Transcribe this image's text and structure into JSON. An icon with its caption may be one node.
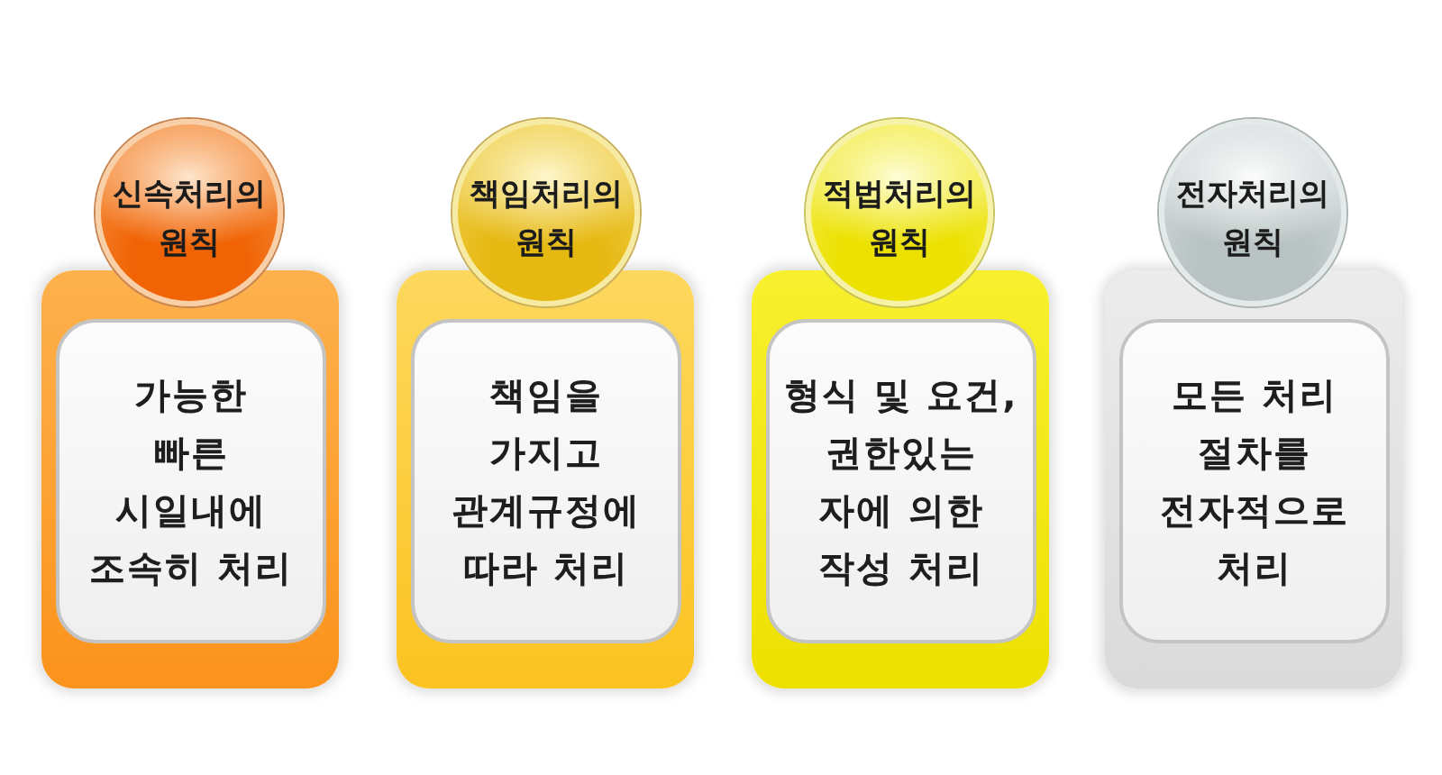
{
  "diagram": {
    "nodes": [
      {
        "text": [
          "신속처리의 원칙"
        ]
      },
      {
        "text": [],
        "shape": "box"
      },
      {
        "text": [
          "가능한 빠른 시일내에 조속히 처리"
        ],
        "in": 1
      },
      {
        "text": [
          "책임처리의 원칙"
        ]
      },
      {
        "text": [],
        "shape": "box"
      },
      {
        "text": [
          "책임을 가지고 관계규정에 따라 처리"
        ],
        "in": 4
      },
      {
        "text": [
          "적법처리의 원칙"
        ]
      },
      {
        "text": [],
        "shape": "box"
      },
      {
        "text": [
          "형식 및 요건, 권한있는 자에 의한 작성 처리"
        ],
        "in": 7
      },
      {
        "text": [
          "전자처리의 원칙"
        ]
      },
      {
        "text": [],
        "shape": "box"
      },
      {
        "text": [
          "모든 처리 절차를 전자적으로 처리"
        ],
        "in": 10
      }
    ]
  }
}
